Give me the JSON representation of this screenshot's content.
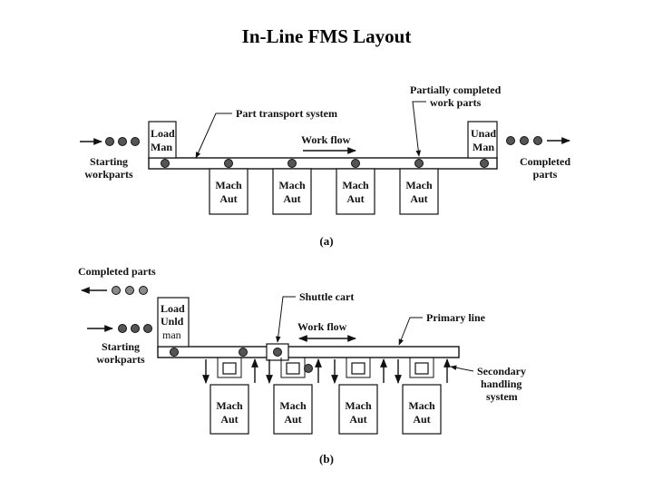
{
  "title": "In-Line FMS Layout",
  "diagram_a": {
    "caption": "(a)",
    "load_station": [
      "Load",
      "Man"
    ],
    "unload_station": [
      "Unad",
      "Man"
    ],
    "transport_label": "Part transport system",
    "work_flow": "Work flow",
    "partial_label": [
      "Partially completed",
      "work parts"
    ],
    "starting": [
      "Starting",
      "workparts"
    ],
    "completed": [
      "Completed",
      "parts"
    ],
    "machine": [
      "Mach",
      "Aut"
    ]
  },
  "diagram_b": {
    "caption": "(b)",
    "completed_parts": "Completed parts",
    "load_station": [
      "Load",
      "Unld",
      "man"
    ],
    "shuttle_cart": "Shuttle cart",
    "work_flow": "Work flow",
    "primary_line": "Primary line",
    "starting": [
      "Starting",
      "workparts"
    ],
    "secondary": [
      "Secondary",
      "handling",
      "system"
    ],
    "machine": [
      "Mach",
      "Aut"
    ]
  }
}
